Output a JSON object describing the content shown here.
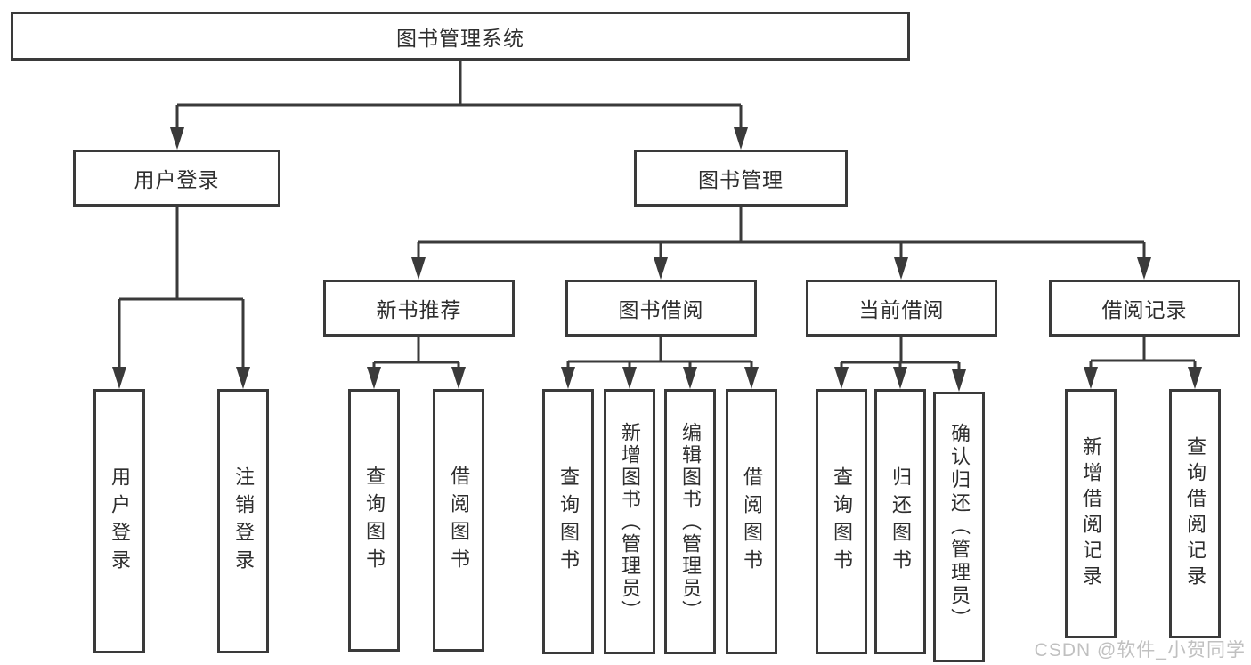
{
  "tree": {
    "root": {
      "label": "图书管理系统"
    },
    "branches": [
      {
        "label": "用户登录",
        "children": [
          {
            "label": "用户登录"
          },
          {
            "label": "注销登录"
          }
        ]
      },
      {
        "label": "图书管理",
        "children": [
          {
            "label": "新书推荐",
            "children": [
              {
                "label": "查询图书"
              },
              {
                "label": "借阅图书"
              }
            ]
          },
          {
            "label": "图书借阅",
            "children": [
              {
                "label": "查询图书"
              },
              {
                "label": "新增图书（管理员）"
              },
              {
                "label": "编辑图书（管理员）"
              },
              {
                "label": "借阅图书"
              }
            ]
          },
          {
            "label": "当前借阅",
            "children": [
              {
                "label": "查询图书"
              },
              {
                "label": "归还图书"
              },
              {
                "label": "确认归还（管理员）"
              }
            ]
          },
          {
            "label": "借阅记录",
            "children": [
              {
                "label": "新增借阅记录"
              },
              {
                "label": "查询借阅记录"
              }
            ]
          }
        ]
      }
    ]
  },
  "watermark": {
    "text": "CSDN @软件_小贺同学"
  },
  "colors": {
    "line": "#3a3a3a",
    "text": "#2e2e2e",
    "watermark": "#c0c0c0"
  }
}
